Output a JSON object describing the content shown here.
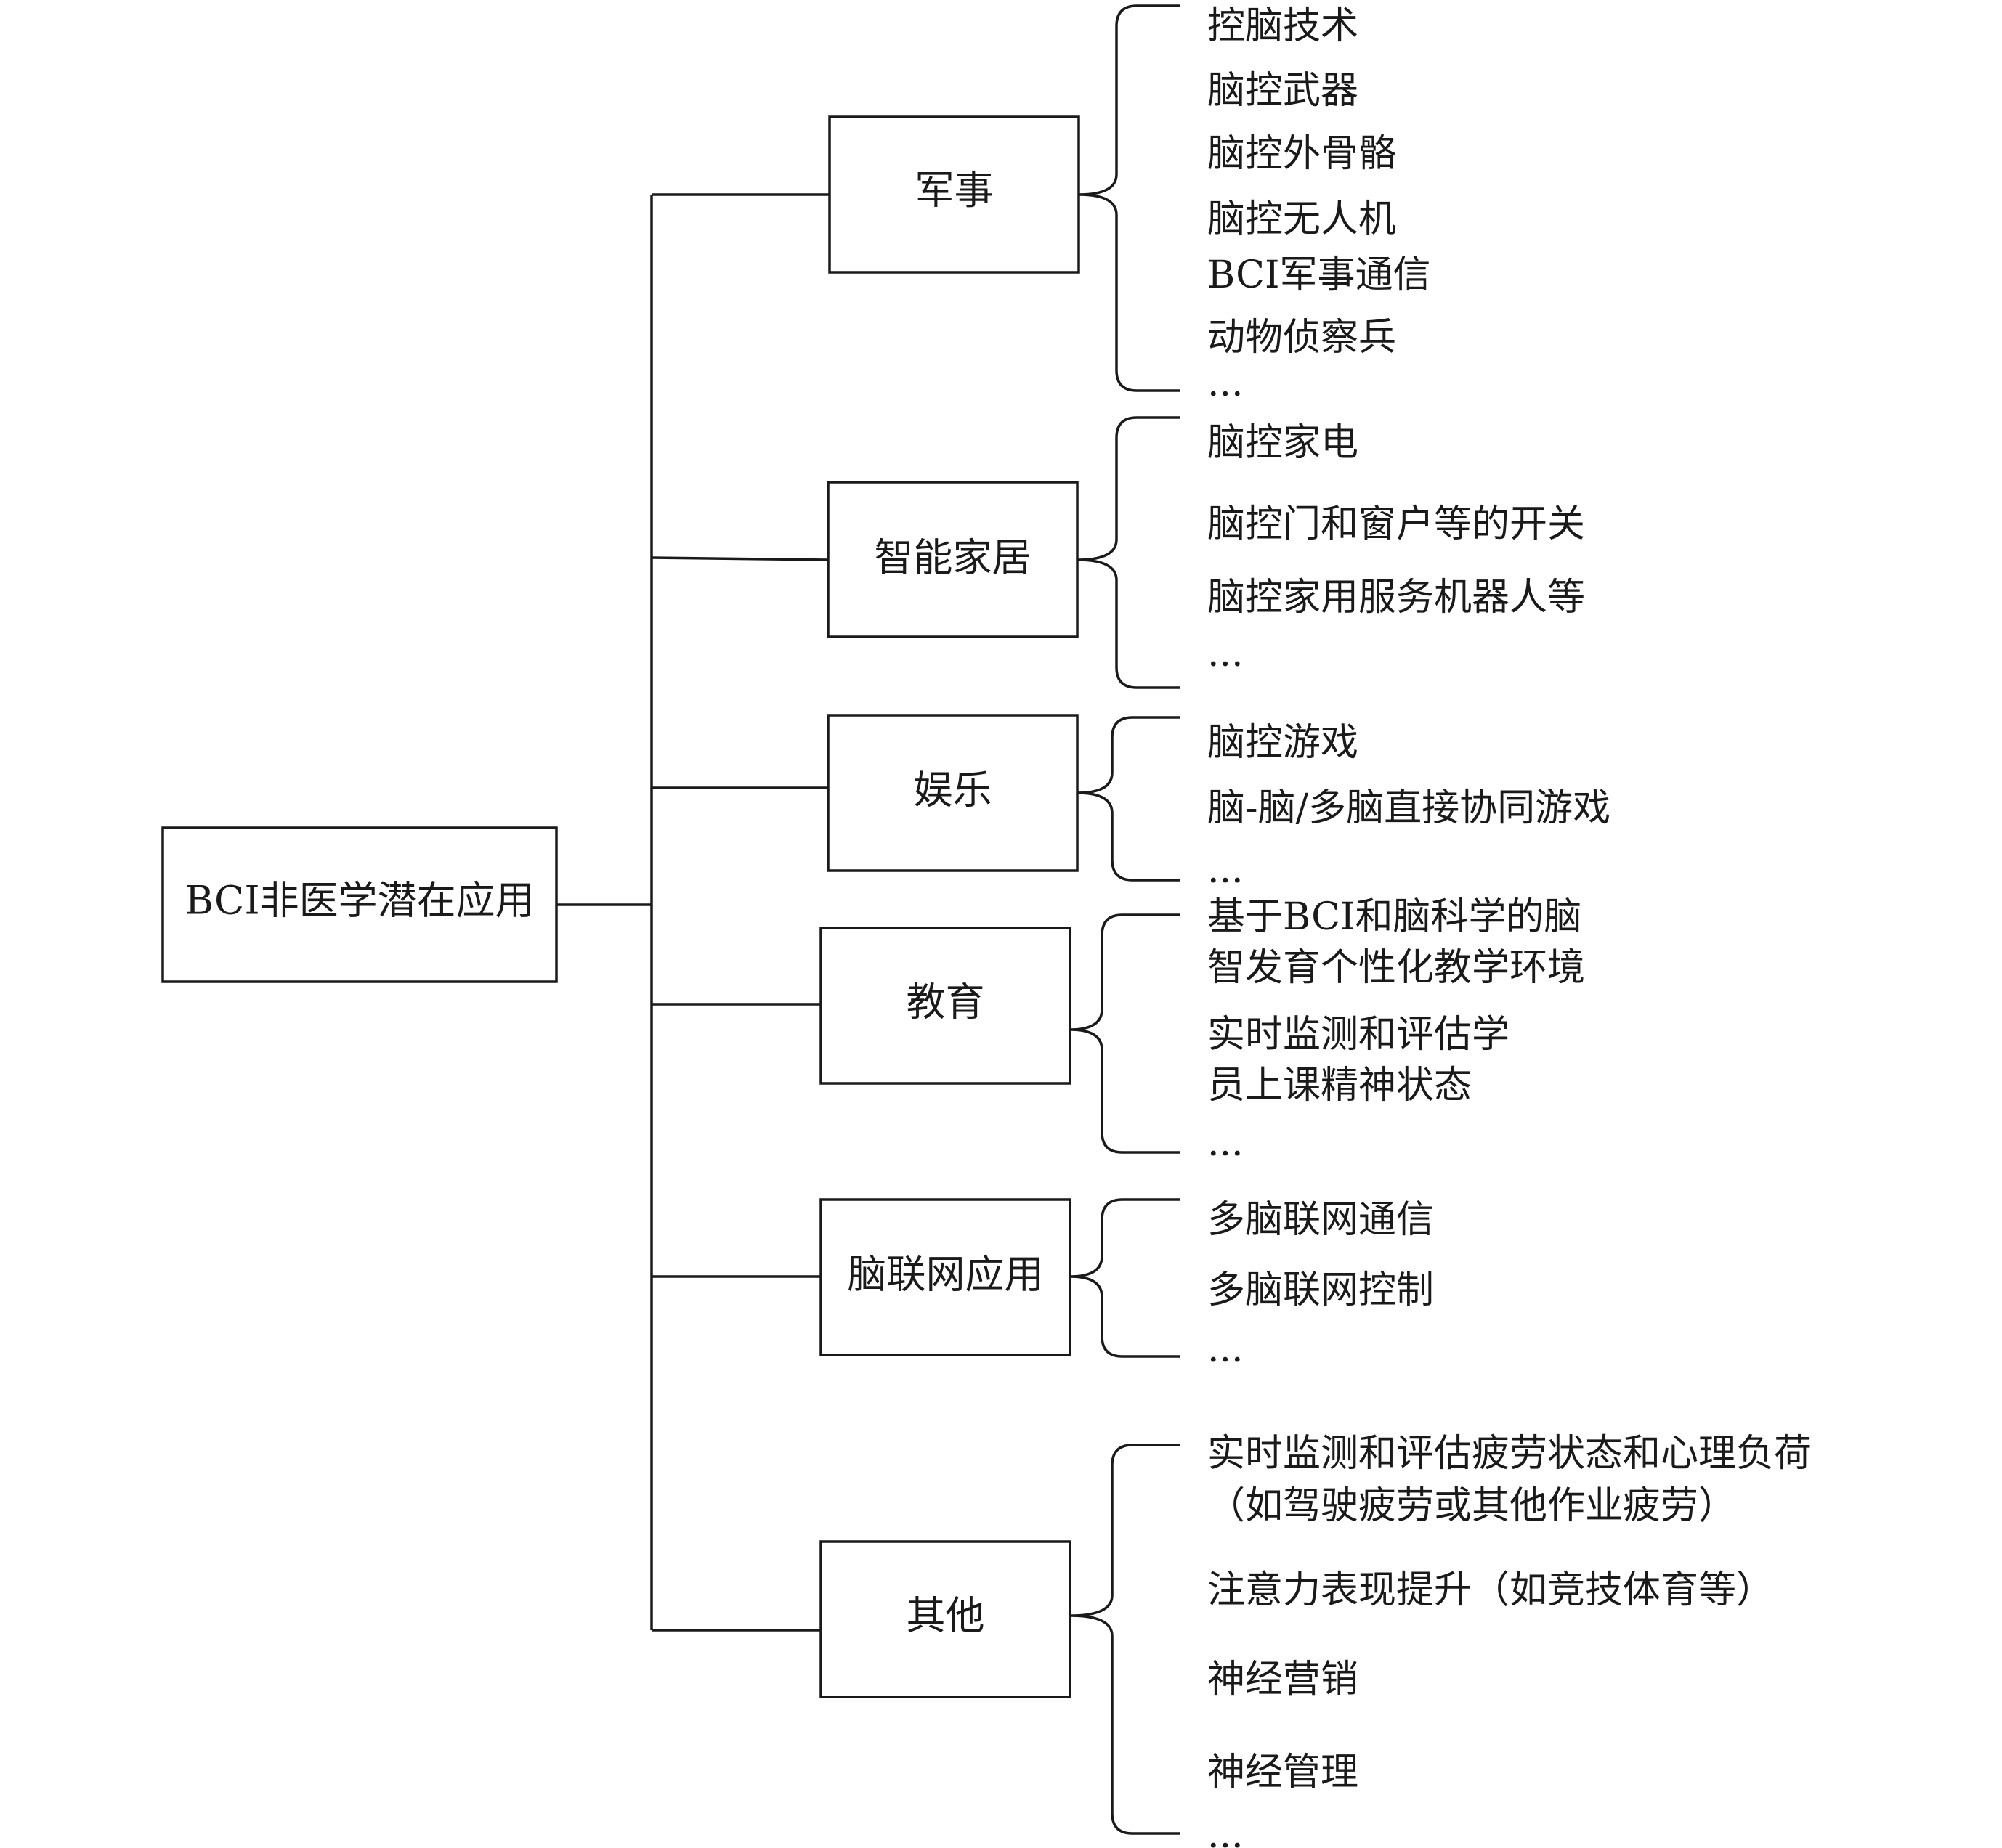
{
  "root": {
    "label": "BCI非医学潜在应用"
  },
  "categories": [
    {
      "label": "军事",
      "items": [
        "控脑技术",
        "脑控武器",
        "脑控外骨骼",
        "脑控无人机",
        "BCI军事通信",
        "动物侦察兵",
        "..."
      ]
    },
    {
      "label": "智能家居",
      "items": [
        "脑控家电",
        "脑控门和窗户等的开关",
        "脑控家用服务机器人等",
        "..."
      ]
    },
    {
      "label": "娱乐",
      "items": [
        "脑控游戏",
        "脑-脑/多脑直接协同游戏",
        "..."
      ]
    },
    {
      "label": "教育",
      "items": [
        "基于BCI和脑科学的脑",
        "智发育个性化教学环境",
        "实时监测和评估学",
        "员上课精神状态",
        "..."
      ]
    },
    {
      "label": "脑联网应用",
      "items": [
        "多脑联网通信",
        "多脑联网控制",
        "..."
      ]
    },
    {
      "label": "其他",
      "items": [
        "实时监测和评估疲劳状态和心理负荷",
        "（如驾驶疲劳或其他作业疲劳）",
        "注意力表现提升（如竞技体育等）",
        "神经营销",
        "神经管理",
        "..."
      ]
    }
  ]
}
